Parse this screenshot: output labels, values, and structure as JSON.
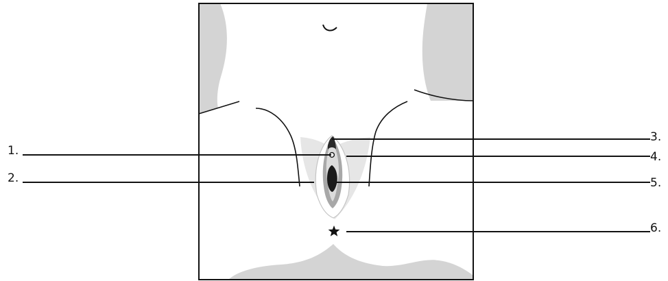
{
  "labels": {
    "l1": "1.",
    "l2": "2.",
    "l3": "3.",
    "l4": "4.",
    "l5": "5.",
    "l6": "6."
  },
  "colors": {
    "line": "#111111",
    "shade": "#d4d4d4",
    "light_shade": "#e6e6e6",
    "mid_shade": "#a8a8a8",
    "dark": "#1a1a1a"
  }
}
